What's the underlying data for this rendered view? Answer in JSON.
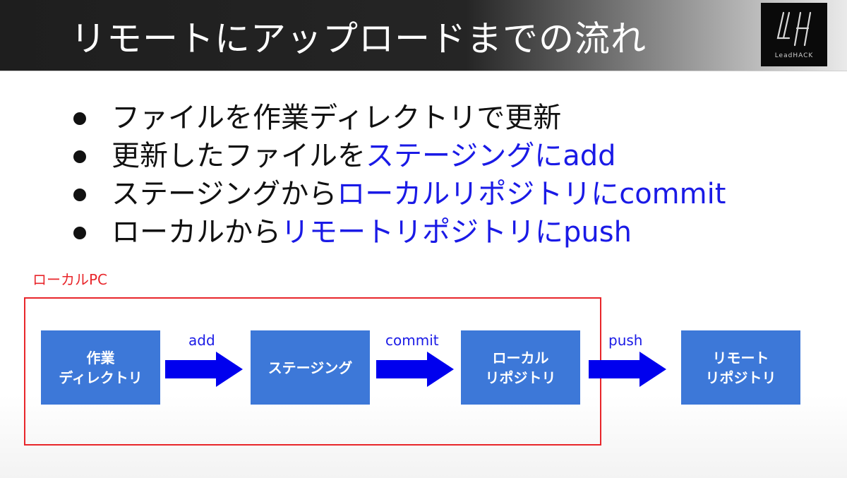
{
  "title": "リモートにアップロードまでの流れ",
  "logo": {
    "text": "LeadHACK"
  },
  "bullets": [
    {
      "plain": "ファイルを作業ディレクトリで更新",
      "highlight": "",
      "suffix": ""
    },
    {
      "plain": "更新したファイルを",
      "highlight": "ステージング",
      "suffix": "にadd"
    },
    {
      "plain": "ステージングから",
      "highlight": "ローカルリポジトリ",
      "suffix": "にcommit"
    },
    {
      "plain": "ローカルから",
      "highlight": "リモートリポジトリ",
      "suffix": "にpush"
    }
  ],
  "diagram": {
    "local_label": "ローカルPC",
    "nodes": [
      {
        "line1": "作業",
        "line2": "ディレクトリ"
      },
      {
        "line1": "ステージング",
        "line2": ""
      },
      {
        "line1": "ローカル",
        "line2": "リポジトリ"
      },
      {
        "line1": "リモート",
        "line2": "リポジトリ"
      }
    ],
    "arrows": [
      "add",
      "commit",
      "push"
    ]
  },
  "colors": {
    "highlight": "#1a1ae6",
    "node_fill": "#3d78d8",
    "arrow_fill": "#0000ee",
    "local_border": "#e8262b"
  }
}
